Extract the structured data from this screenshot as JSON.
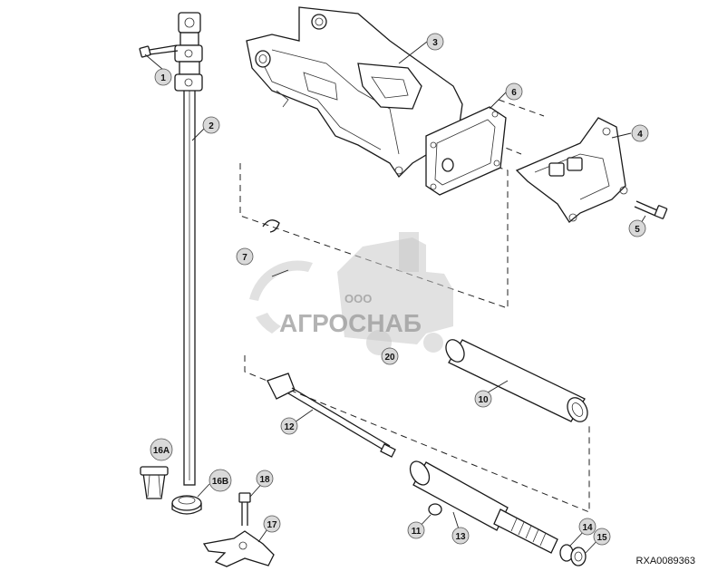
{
  "callouts": [
    {
      "id": "c1",
      "label": "1"
    },
    {
      "id": "c2",
      "label": "2"
    },
    {
      "id": "c3",
      "label": "3"
    },
    {
      "id": "c4",
      "label": "4"
    },
    {
      "id": "c5",
      "label": "5"
    },
    {
      "id": "c6",
      "label": "6"
    },
    {
      "id": "c7",
      "label": "7"
    },
    {
      "id": "c10",
      "label": "10"
    },
    {
      "id": "c11",
      "label": "11"
    },
    {
      "id": "c12",
      "label": "12"
    },
    {
      "id": "c13",
      "label": "13"
    },
    {
      "id": "c14",
      "label": "14"
    },
    {
      "id": "c15",
      "label": "15"
    },
    {
      "id": "c16A",
      "label": "16A"
    },
    {
      "id": "c16B",
      "label": "16B"
    },
    {
      "id": "c17",
      "label": "17"
    },
    {
      "id": "c18",
      "label": "18"
    },
    {
      "id": "c20",
      "label": "20"
    }
  ],
  "watermark": {
    "prefix": "ООО",
    "brand": "АГРОСНАБ"
  },
  "reference_code": "RXA0089363",
  "colors": {
    "callout_fill": "#d9d9d9",
    "line": "#1a1a1a",
    "watermark": "#9a9a9a"
  }
}
